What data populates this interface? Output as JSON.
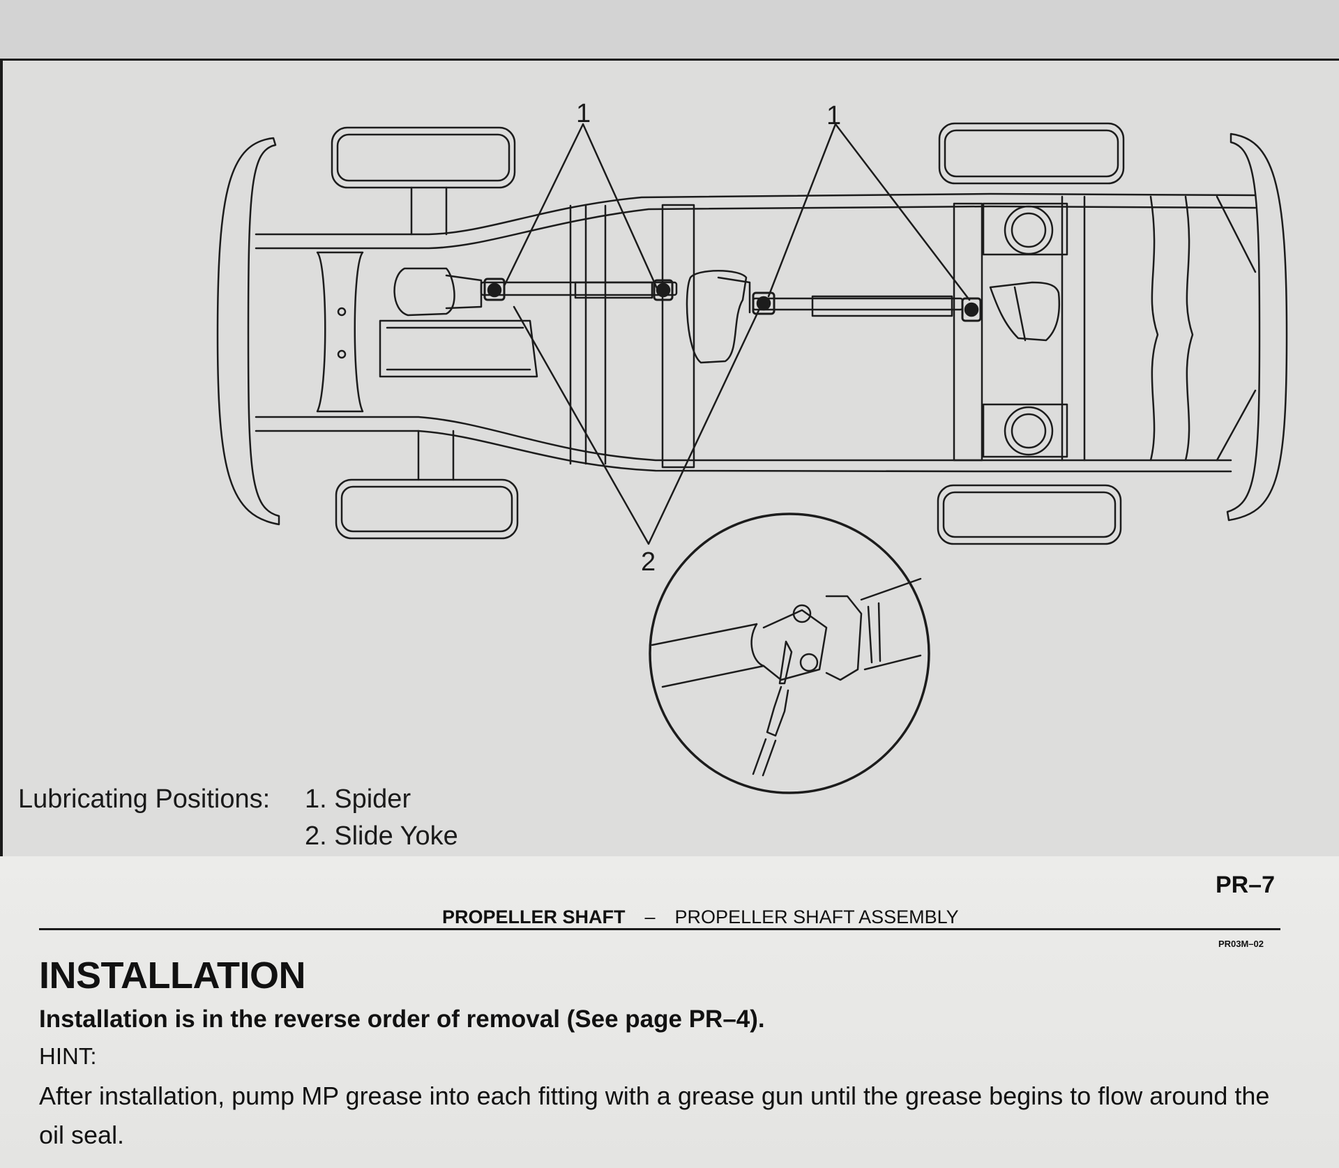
{
  "figure": {
    "caption_title": "Lubricating Positions:",
    "caption_items": [
      "1. Spider",
      "2. Slide Yoke"
    ],
    "callouts": [
      "1",
      "1",
      "2"
    ]
  },
  "page": {
    "page_number": "PR–7",
    "running_head": {
      "section": "PROPELLER SHAFT",
      "separator": "–",
      "subsection": "PROPELLER SHAFT ASSEMBLY"
    },
    "doc_code": "PR03M–02",
    "section_title": "INSTALLATION",
    "lead": "Installation is in the reverse order of removal (See page PR–4).",
    "hint_label": "HINT:",
    "hint_text": "After installation, pump MP grease into each fitting with a grease gun until the grease begins to flow around the oil seal."
  }
}
